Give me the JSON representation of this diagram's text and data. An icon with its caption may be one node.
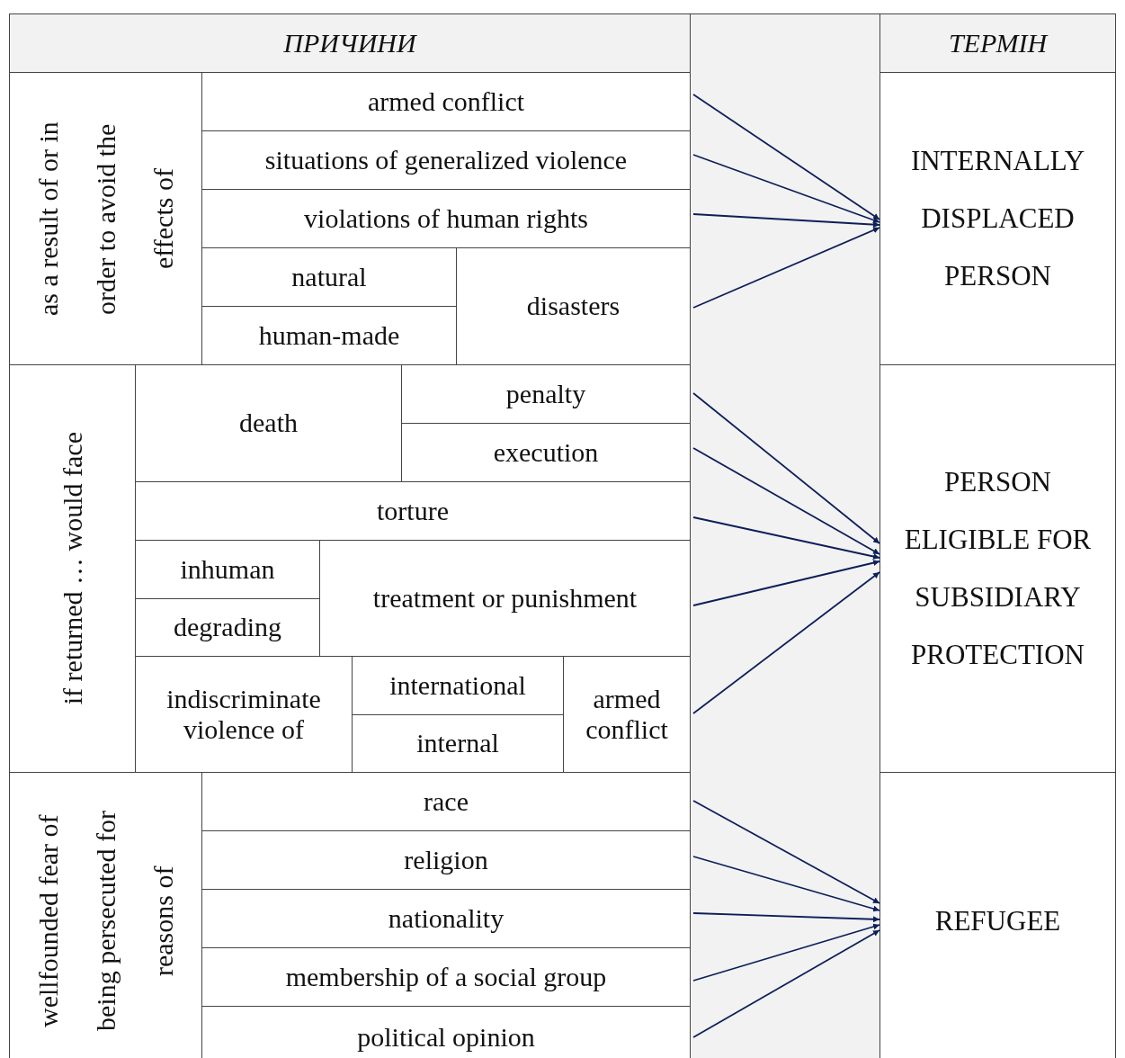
{
  "diagram": {
    "nodes": [
      {
        "text": [
          "ПРИЧИНИ"
        ]
      },
      {
        "text": [
          "ТЕРМІН"
        ]
      },
      {
        "text": [
          "as a result of or in order to avoid the effects of"
        ]
      },
      {
        "text": [
          "armed conflict"
        ]
      },
      {
        "text": [
          "situations of generalized violence"
        ]
      },
      {
        "text": [
          "violations of human rights"
        ]
      },
      {
        "text": [
          "natural"
        ]
      },
      {
        "text": [
          "human-made"
        ]
      },
      {
        "text": [
          "disasters"
        ]
      },
      {
        "text": [
          "INTERNALLY DISPLACED PERSON"
        ]
      },
      {
        "text": [
          "if returned … would face"
        ]
      },
      {
        "text": [
          "death"
        ]
      },
      {
        "text": [
          "penalty"
        ]
      },
      {
        "text": [
          "execution"
        ]
      },
      {
        "text": [
          "torture"
        ]
      },
      {
        "text": [
          "inhuman"
        ]
      },
      {
        "text": [
          "degrading"
        ]
      },
      {
        "text": [
          "treatment or punishment"
        ]
      },
      {
        "text": [
          "indiscriminate violence of"
        ]
      },
      {
        "text": [
          "international"
        ]
      },
      {
        "text": [
          "internal"
        ]
      },
      {
        "text": [
          "armed conflict"
        ]
      },
      {
        "text": [
          "PERSON ELIGIBLE FOR SUBSIDIARY PROTECTION"
        ]
      },
      {
        "text": [
          "wellfounded fear of being persecuted for reasons of"
        ]
      },
      {
        "text": [
          "race"
        ]
      },
      {
        "text": [
          "religion"
        ]
      },
      {
        "text": [
          "nationality"
        ]
      },
      {
        "text": [
          "membership of a social group"
        ]
      },
      {
        "text": [
          "political opinion"
        ]
      },
      {
        "text": [
          "REFUGEE"
        ]
      }
    ],
    "edges": [
      {
        "from": 3,
        "to": 9,
        "arrow": "to"
      },
      {
        "from": 4,
        "to": 9,
        "arrow": "to"
      },
      {
        "from": 5,
        "to": 9,
        "arrow": "to"
      },
      {
        "from": 8,
        "to": 9,
        "arrow": "to"
      },
      {
        "from": 12,
        "to": 22,
        "arrow": "to"
      },
      {
        "from": 13,
        "to": 22,
        "arrow": "to"
      },
      {
        "from": 14,
        "to": 22,
        "arrow": "to"
      },
      {
        "from": 17,
        "to": 22,
        "arrow": "to"
      },
      {
        "from": 21,
        "to": 22,
        "arrow": "to"
      },
      {
        "from": 24,
        "to": 29,
        "arrow": "to"
      },
      {
        "from": 25,
        "to": 29,
        "arrow": "to"
      },
      {
        "from": 26,
        "to": 29,
        "arrow": "to"
      },
      {
        "from": 27,
        "to": 29,
        "arrow": "to"
      },
      {
        "from": 28,
        "to": 29,
        "arrow": "to"
      }
    ]
  }
}
